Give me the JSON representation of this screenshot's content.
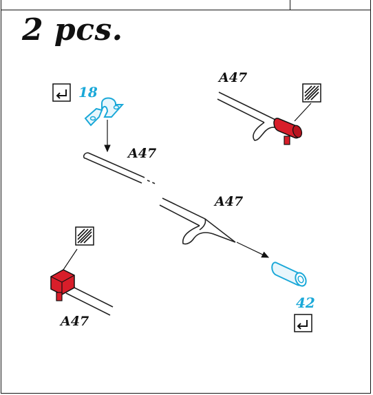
{
  "quantity": "2 pcs.",
  "parts": {
    "rod_label_top_right": "A47",
    "rod_label_mid": "A47",
    "rod_label_center": "A47",
    "rod_label_bottom_left": "A47",
    "bracket_number": "18",
    "cap_number": "42"
  },
  "colors": {
    "red_part": "#d81e2a",
    "blue_part": "#1aa8d8",
    "ink": "#111111"
  },
  "icons": [
    "bracket-symbol-icon",
    "paint-symbol-icon"
  ]
}
